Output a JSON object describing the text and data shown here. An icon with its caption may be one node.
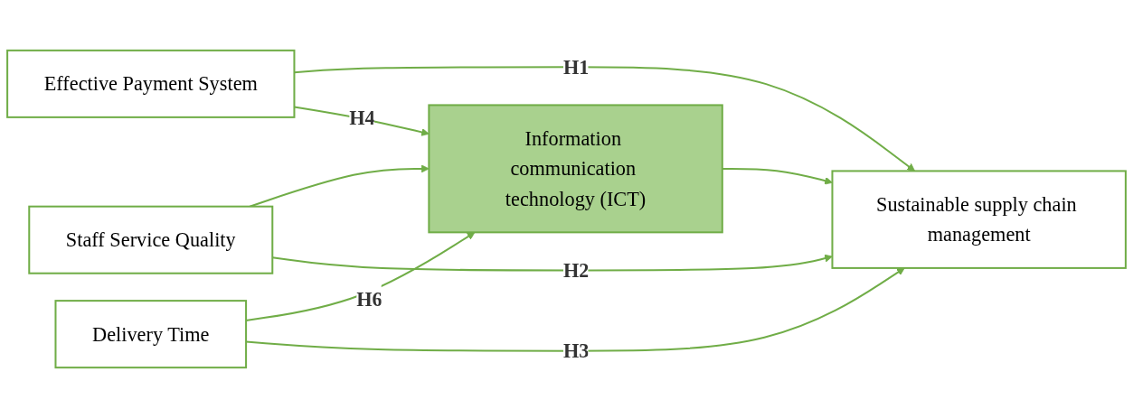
{
  "diagram": {
    "nodes": [
      {
        "text": [
          "Effective Payment System"
        ]
      },
      {
        "text": [
          "Staff Service Quality"
        ]
      },
      {
        "text": [
          "Delivery Time"
        ]
      },
      {
        "text": [
          "Information communication technology (ICT)"
        ]
      },
      {
        "text": [
          "Sustainable supply chain management"
        ]
      }
    ],
    "edges": [
      {
        "from": 0,
        "to": 4,
        "arrow": "to",
        "label": "H1"
      },
      {
        "from": 0,
        "to": 3,
        "arrow": "to",
        "label": "H4"
      },
      {
        "from": 1,
        "to": 3,
        "arrow": "to"
      },
      {
        "from": 1,
        "to": 4,
        "arrow": "to",
        "label": "H2"
      },
      {
        "from": 2,
        "to": 3,
        "arrow": "to",
        "label": "H6"
      },
      {
        "from": 2,
        "to": 4,
        "arrow": "to",
        "label": "H3"
      },
      {
        "from": 3,
        "to": 4,
        "arrow": "to"
      }
    ]
  }
}
